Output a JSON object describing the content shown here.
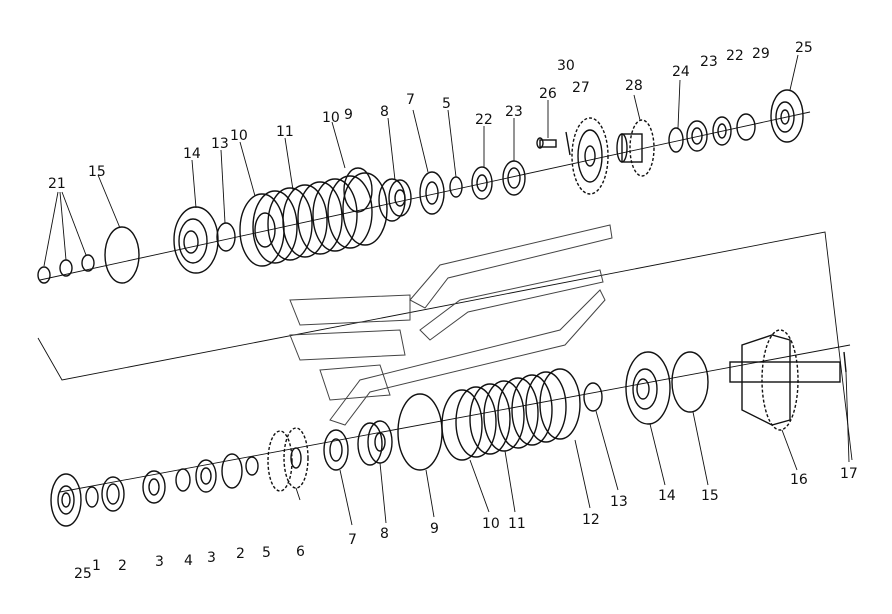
{
  "upper_labels": [
    "21",
    "15",
    "14",
    "13",
    "10",
    "11",
    "10",
    "9",
    "8",
    "7",
    "5",
    "22",
    "23",
    "26",
    "30",
    "27",
    "28",
    "24",
    "23",
    "22",
    "29",
    "25"
  ],
  "lower_labels": [
    "25",
    "1",
    "2",
    "3",
    "4",
    "3",
    "2",
    "5",
    "6",
    "7",
    "8",
    "9",
    "10",
    "11",
    "12",
    "13",
    "14",
    "15",
    "16",
    "17"
  ]
}
